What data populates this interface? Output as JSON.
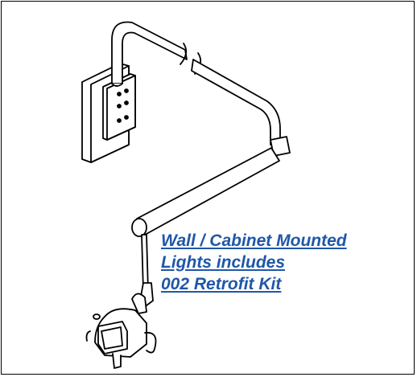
{
  "caption": {
    "lines": [
      "Wall / Cabinet Mounted",
      "Lights includes",
      "002 Retrofit Kit"
    ]
  },
  "colors": {
    "link": "#1f57a8",
    "outline": "#000000",
    "background": "#ffffff"
  },
  "icons": {
    "wall_plate": "wall-mount-plate-icon",
    "arm": "articulating-arm-icon",
    "lamp": "dental-light-head-icon"
  }
}
